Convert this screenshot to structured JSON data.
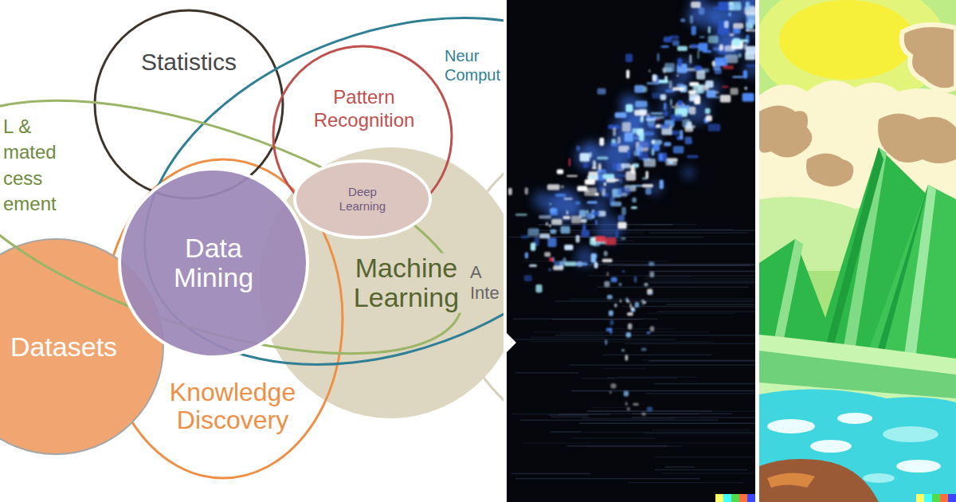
{
  "diagram": {
    "nodes": [
      {
        "text": [
          "Statistics"
        ]
      },
      {
        "text": [
          "Neur Comput"
        ]
      },
      {
        "text": [
          "Pattern Recognition"
        ]
      },
      {
        "text": [
          "L & mated cess ement"
        ]
      },
      {
        "text": [
          "Deep Learning"
        ]
      },
      {
        "text": [
          "Data Mining"
        ]
      },
      {
        "text": [
          "Machine Learning"
        ]
      },
      {
        "text": [
          "A Inte"
        ]
      },
      {
        "text": [
          "Datasets"
        ]
      },
      {
        "text": [
          "Knowledge Discovery"
        ]
      }
    ]
  }
}
